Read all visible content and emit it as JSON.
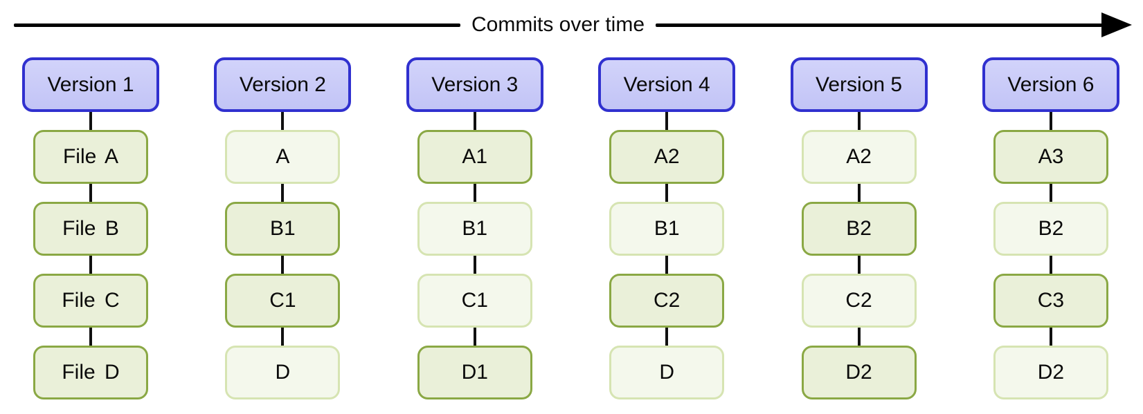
{
  "timeline": {
    "label": "Commits over time"
  },
  "colors": {
    "version_border": "#3030cf",
    "version_fill_top": "#d2d3fa",
    "version_fill_bottom": "#c2c4f6",
    "file_changed_fill": "#eaf0d9",
    "file_changed_border": "#8aa844",
    "file_unchanged_fill": "#f4f8ec",
    "file_unchanged_border": "#d6e4b2",
    "arrow_color": "#000000"
  },
  "columns": [
    {
      "version": "Version 1",
      "files": [
        {
          "label": "File A",
          "changed": true
        },
        {
          "label": "File B",
          "changed": true
        },
        {
          "label": "File C",
          "changed": true
        },
        {
          "label": "File D",
          "changed": true
        }
      ]
    },
    {
      "version": "Version 2",
      "files": [
        {
          "label": "A",
          "changed": false
        },
        {
          "label": "B1",
          "changed": true
        },
        {
          "label": "C1",
          "changed": true
        },
        {
          "label": "D",
          "changed": false
        }
      ]
    },
    {
      "version": "Version 3",
      "files": [
        {
          "label": "A1",
          "changed": true
        },
        {
          "label": "B1",
          "changed": false
        },
        {
          "label": "C1",
          "changed": false
        },
        {
          "label": "D1",
          "changed": true
        }
      ]
    },
    {
      "version": "Version 4",
      "files": [
        {
          "label": "A2",
          "changed": true
        },
        {
          "label": "B1",
          "changed": false
        },
        {
          "label": "C2",
          "changed": true
        },
        {
          "label": "D",
          "changed": false
        }
      ]
    },
    {
      "version": "Version 5",
      "files": [
        {
          "label": "A2",
          "changed": false
        },
        {
          "label": "B2",
          "changed": true
        },
        {
          "label": "C2",
          "changed": false
        },
        {
          "label": "D2",
          "changed": true
        }
      ]
    },
    {
      "version": "Version 6",
      "files": [
        {
          "label": "A3",
          "changed": true
        },
        {
          "label": "B2",
          "changed": false
        },
        {
          "label": "C3",
          "changed": true
        },
        {
          "label": "D2",
          "changed": false
        }
      ]
    }
  ]
}
